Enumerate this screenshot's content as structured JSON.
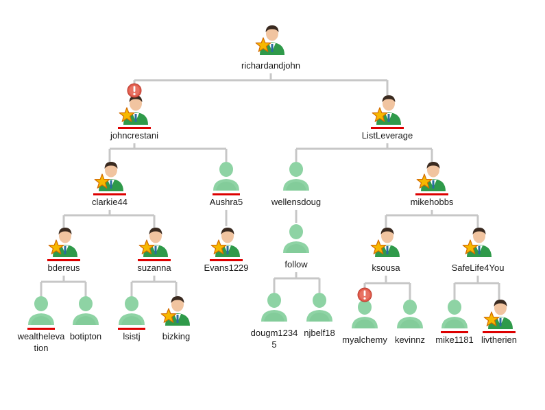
{
  "colors": {
    "connector": "#c7c7c7",
    "underline": "#dd0000",
    "member_green": "#8ed3a4",
    "member_green_dark": "#6fbf89",
    "star": "#f7b800",
    "warning": "#e05a4a"
  },
  "nodes": [
    {
      "id": "richardandjohn",
      "label": "richardandjohn",
      "kind": "star",
      "underline": false,
      "warning": false
    },
    {
      "id": "johncrestani",
      "label": "johncrestani",
      "kind": "star",
      "underline": true,
      "warning": true
    },
    {
      "id": "ListLeverage",
      "label": "ListLeverage",
      "kind": "star",
      "underline": true,
      "warning": false
    },
    {
      "id": "clarkie44",
      "label": "clarkie44",
      "kind": "star",
      "underline": true,
      "warning": false
    },
    {
      "id": "Aushra5",
      "label": "Aushra5",
      "kind": "plain",
      "underline": true,
      "warning": false
    },
    {
      "id": "wellensdoug",
      "label": "wellensdoug",
      "kind": "plain",
      "underline": false,
      "warning": false
    },
    {
      "id": "mikehobbs",
      "label": "mikehobbs",
      "kind": "star",
      "underline": true,
      "warning": false
    },
    {
      "id": "bdereus",
      "label": "bdereus",
      "kind": "star",
      "underline": true,
      "warning": false
    },
    {
      "id": "suzanna",
      "label": "suzanna",
      "kind": "star",
      "underline": true,
      "warning": false
    },
    {
      "id": "Evans1229",
      "label": "Evans1229",
      "kind": "star",
      "underline": true,
      "warning": false
    },
    {
      "id": "follow",
      "label": "follow",
      "kind": "plain",
      "underline": false,
      "warning": false
    },
    {
      "id": "ksousa",
      "label": "ksousa",
      "kind": "star",
      "underline": false,
      "warning": false
    },
    {
      "id": "SafeLife4You",
      "label": "SafeLife4You",
      "kind": "star",
      "underline": false,
      "warning": false
    },
    {
      "id": "wealthelevation",
      "label": "wealthelevation",
      "kind": "plain",
      "underline": true,
      "warning": false
    },
    {
      "id": "botipton",
      "label": "botipton",
      "kind": "plain",
      "underline": false,
      "warning": false
    },
    {
      "id": "lsistj",
      "label": "lsistj",
      "kind": "plain",
      "underline": true,
      "warning": false
    },
    {
      "id": "bizking",
      "label": "bizking",
      "kind": "star",
      "underline": false,
      "warning": false
    },
    {
      "id": "dougm12345",
      "label": "dougm12345",
      "kind": "plain",
      "underline": false,
      "warning": false
    },
    {
      "id": "njbelf18",
      "label": "njbelf18",
      "kind": "plain",
      "underline": false,
      "warning": false
    },
    {
      "id": "myalchemy",
      "label": "myalchemy",
      "kind": "plain",
      "underline": false,
      "warning": true
    },
    {
      "id": "kevinnz",
      "label": "kevinnz",
      "kind": "plain",
      "underline": false,
      "warning": false
    },
    {
      "id": "mike1181",
      "label": "mike1181",
      "kind": "plain",
      "underline": true,
      "warning": false
    },
    {
      "id": "livtherien",
      "label": "livtherien",
      "kind": "star",
      "underline": true,
      "warning": false
    }
  ],
  "edges": [
    [
      "richardandjohn",
      "johncrestani"
    ],
    [
      "richardandjohn",
      "ListLeverage"
    ],
    [
      "johncrestani",
      "clarkie44"
    ],
    [
      "johncrestani",
      "Aushra5"
    ],
    [
      "ListLeverage",
      "wellensdoug"
    ],
    [
      "ListLeverage",
      "mikehobbs"
    ],
    [
      "clarkie44",
      "bdereus"
    ],
    [
      "clarkie44",
      "suzanna"
    ],
    [
      "Aushra5",
      "Evans1229"
    ],
    [
      "wellensdoug",
      "follow"
    ],
    [
      "mikehobbs",
      "ksousa"
    ],
    [
      "mikehobbs",
      "SafeLife4You"
    ],
    [
      "bdereus",
      "wealthelevation"
    ],
    [
      "bdereus",
      "botipton"
    ],
    [
      "suzanna",
      "lsistj"
    ],
    [
      "suzanna",
      "bizking"
    ],
    [
      "follow",
      "dougm12345"
    ],
    [
      "follow",
      "njbelf18"
    ],
    [
      "ksousa",
      "myalchemy"
    ],
    [
      "ksousa",
      "kevinnz"
    ],
    [
      "SafeLife4You",
      "mike1181"
    ],
    [
      "SafeLife4You",
      "livtherien"
    ]
  ]
}
